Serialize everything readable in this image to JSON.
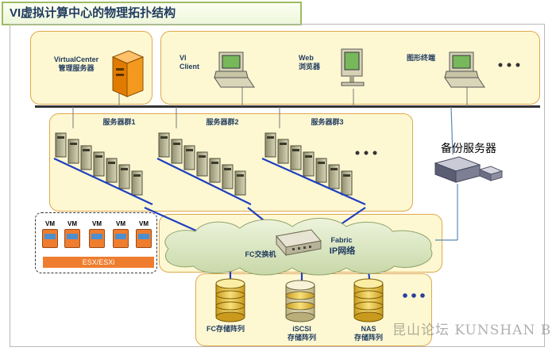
{
  "title": "VI虚拟计算中心的物理拓扑结构",
  "virtualcenter": {
    "line1": "VirtualCenter",
    "line2": "管理服务器",
    "icon": "orange-server-tower-icon"
  },
  "clients": [
    {
      "line1": "VI",
      "line2": "Client",
      "icon": "desktop-computer-icon"
    },
    {
      "line1": "Web",
      "line2": "浏览器",
      "icon": "terminal-computer-icon"
    },
    {
      "line1": "图形终端",
      "line2": "",
      "icon": "desktop-computer-icon"
    }
  ],
  "server_groups": [
    {
      "label": "服务器群1"
    },
    {
      "label": "服务器群2"
    },
    {
      "label": "服务器群3"
    }
  ],
  "backup_server": "备份服务器",
  "vms": [
    "VM",
    "VM",
    "VM",
    "VM",
    "VM"
  ],
  "esx_label": "ESX/ESXi",
  "network": {
    "fc_switch": "FC交换机",
    "fabric": "Fabric",
    "ip_network": "IP网络"
  },
  "storage": [
    {
      "line1": "FC存储阵列",
      "line2": ""
    },
    {
      "line1": "iSCSI",
      "line2": "存储阵列"
    },
    {
      "line1": "NAS",
      "line2": "存储阵列"
    }
  ],
  "watermark": "昆山论坛 KUNSHAN BBS",
  "colors": {
    "zone_fill": "#fdf8d2",
    "zone_border": "#e0a84c",
    "link_blue": "#1f3fbf",
    "vm_orange": "#ee7d2f",
    "title_border": "#9dbb61"
  }
}
